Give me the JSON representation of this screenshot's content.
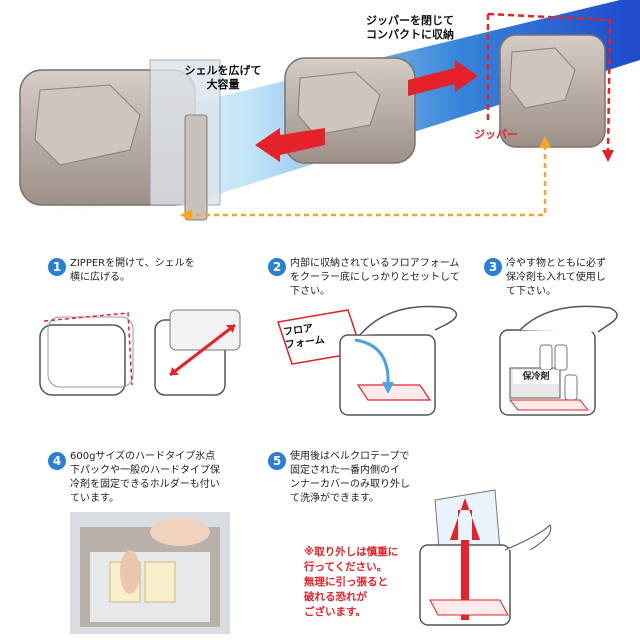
{
  "colors": {
    "accent_blue": "#1e5fd6",
    "step_blue": "#2a7fd4",
    "red": "#e5222a",
    "orange": "#f5a623",
    "shell": "#b8aba3"
  },
  "top": {
    "label_expand": "シェルを広げて\n大容量",
    "label_compact": "ジッパーを閉じて\nコンパクトに収納",
    "label_zipper": "ジッパー"
  },
  "steps": [
    {
      "num": "1",
      "text": "ZIPPERを開けて、シェルを\n横に広げる。"
    },
    {
      "num": "2",
      "text": "内部に収納されているフロアフォーム\nをクーラー底にしっかりとセットして\n下さい。",
      "tag": "フロア\nフォーム"
    },
    {
      "num": "3",
      "text": "冷やす物とともに必ず\n保冷剤も入れて使用し\nて下さい。",
      "tag": "保冷剤"
    },
    {
      "num": "4",
      "text": "600gサイズのハードタイプ氷点\n下パックや一般のハードタイプ保\n冷剤を固定できるホルダーも付い\nています。"
    },
    {
      "num": "5",
      "text": "使用後はベルクロテープで\n固定された一番内側のイ\nンナーカバーのみ取り外し\nて洗浄ができます。"
    }
  ],
  "warning": "※取り外しは慎重に\n行ってください。\n無理に引っ張ると\n破れる恐れが\nございます。"
}
